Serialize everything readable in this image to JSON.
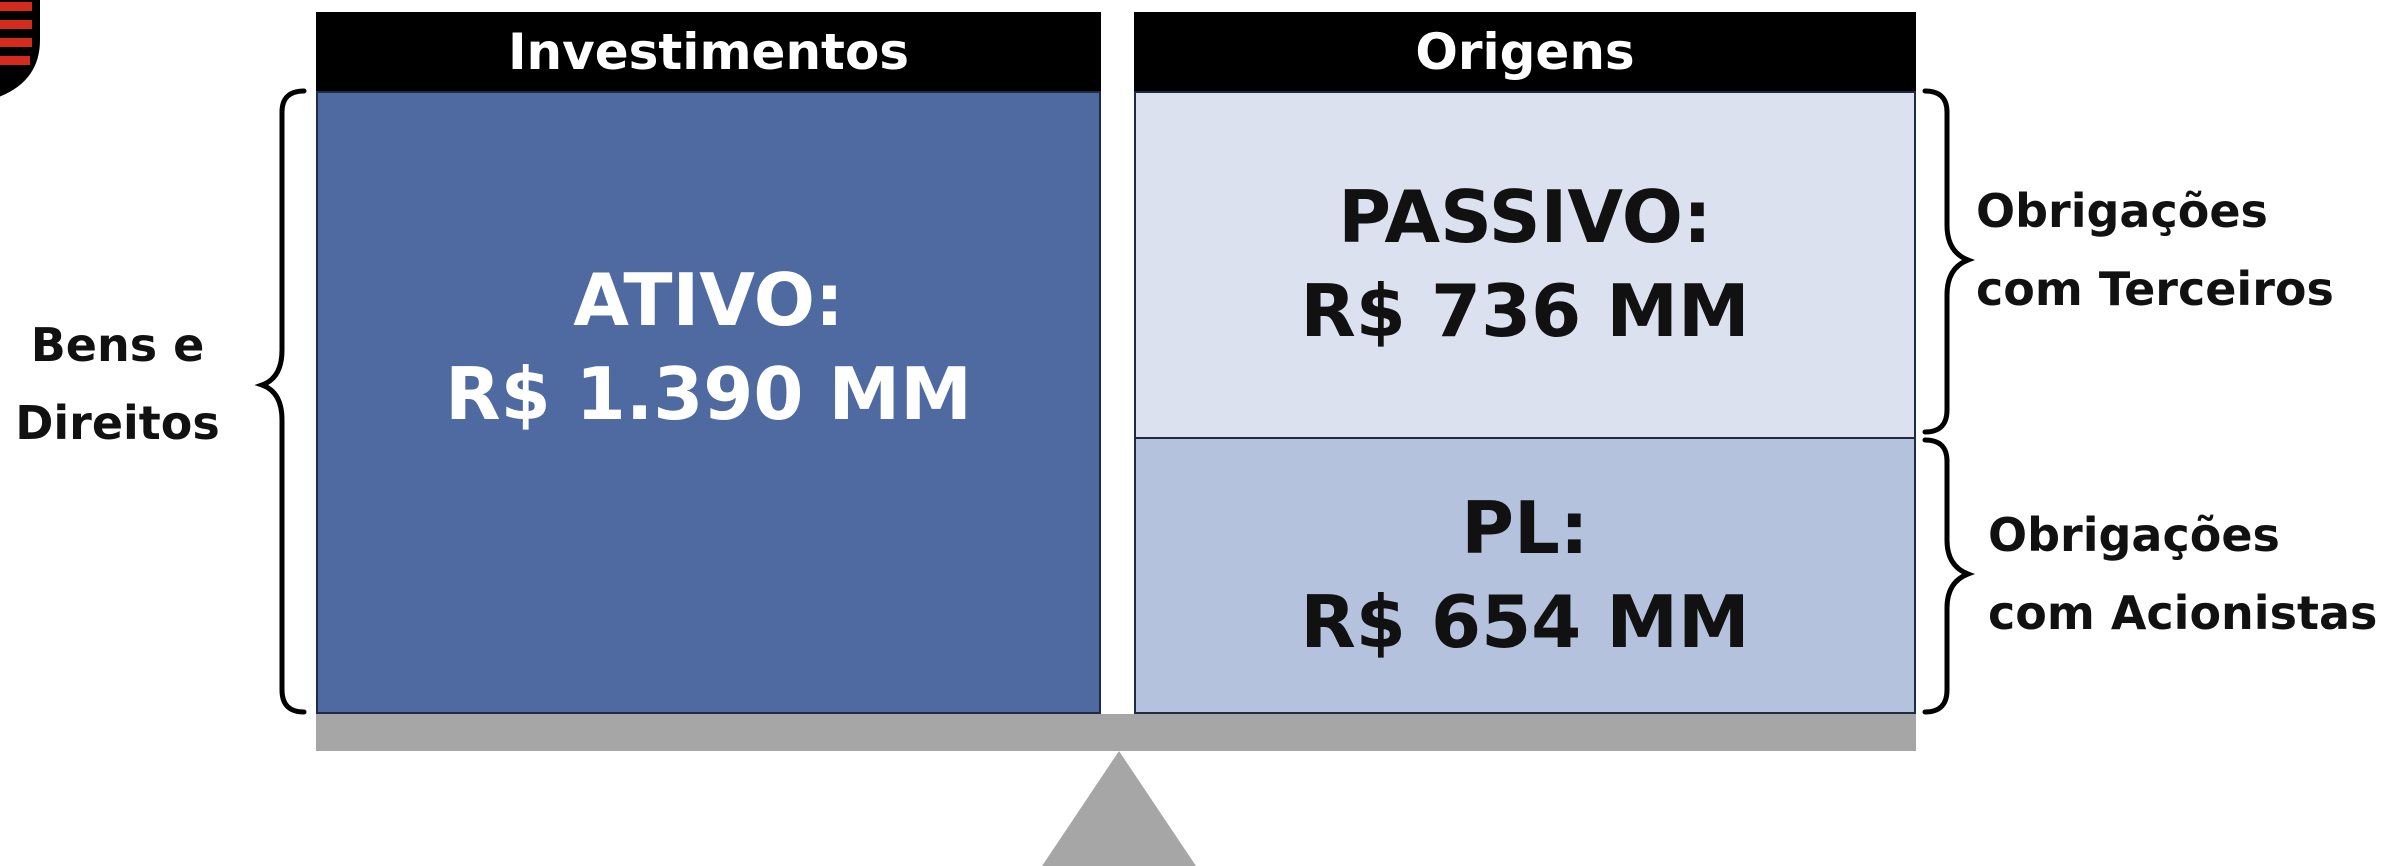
{
  "headers": {
    "investimentos": "Investimentos",
    "origens": "Origens"
  },
  "ativo": {
    "title": "ATIVO:",
    "value": "R$ 1.390 MM"
  },
  "passivo": {
    "title": "PASSIVO:",
    "value": "R$ 736 MM"
  },
  "pl": {
    "title": "PL:",
    "value": "R$ 654 MM"
  },
  "labels": {
    "bens_line1": "Bens e",
    "bens_line2": "Direitos",
    "terceiros_line1": "Obrigações",
    "terceiros_line2": "com Terceiros",
    "acionistas_line1": "Obrigações",
    "acionistas_line2": "com Acionistas"
  },
  "colors": {
    "header_bg": "#000000",
    "ativo_bg": "#4f6aa0",
    "passivo_bg": "#dce1ef",
    "pl_bg": "#b4c2de",
    "scale": "#a6a6a6",
    "crest_red": "#d62a1e"
  },
  "icons": {
    "crest": "club-crest-icon",
    "fulcrum": "fulcrum-triangle-icon"
  }
}
